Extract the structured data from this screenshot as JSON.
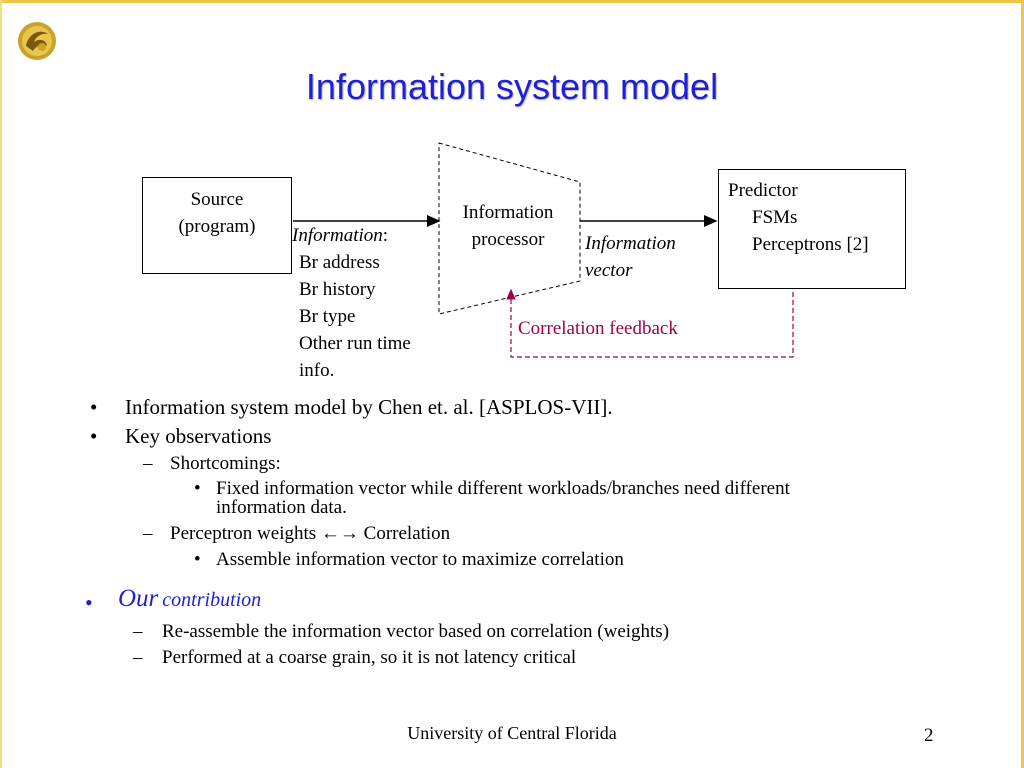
{
  "slide": {
    "title": "Information system model",
    "footer": "University of Central Florida",
    "page_number": "2"
  },
  "diagram": {
    "source": {
      "line1": "Source",
      "line2": "(program)"
    },
    "processor": {
      "line1": "Information",
      "line2": "processor"
    },
    "predictor": {
      "title": "Predictor",
      "item1": "FSMs",
      "item2": "Perceptrons [2]"
    },
    "information_label": "Information",
    "information_colon": ":",
    "information_items": [
      "Br address",
      "Br history",
      "Br type",
      "Other run time",
      "info."
    ],
    "vector": {
      "line1": "Information",
      "line2": "vector"
    },
    "feedback_label": "Correlation feedback"
  },
  "bullets": {
    "b1": "Information system model by Chen et. al. [ASPLOS-VII].",
    "b2": "Key observations",
    "b2_1": "Shortcomings:",
    "b2_1_1_line1": "Fixed information vector while different workloads/branches need different",
    "b2_1_1_line2": "information data.",
    "b2_2_pre": "Perceptron weights ",
    "b2_2_arrows": "←→",
    "b2_2_post": " Correlation",
    "b2_2_1": "Assemble information vector to maximize correlation",
    "b3_our": "Our",
    "b3_contribution": "contribution",
    "b3_1": "Re-assemble the information vector based on correlation (weights)",
    "b3_2": "Performed at a coarse grain, so it is not latency critical"
  },
  "markers": {
    "bullet": "•",
    "dash": "–"
  },
  "colors": {
    "title": "#1f1fd6",
    "feedback": "#a0004a",
    "frame": "#e8c94a"
  }
}
